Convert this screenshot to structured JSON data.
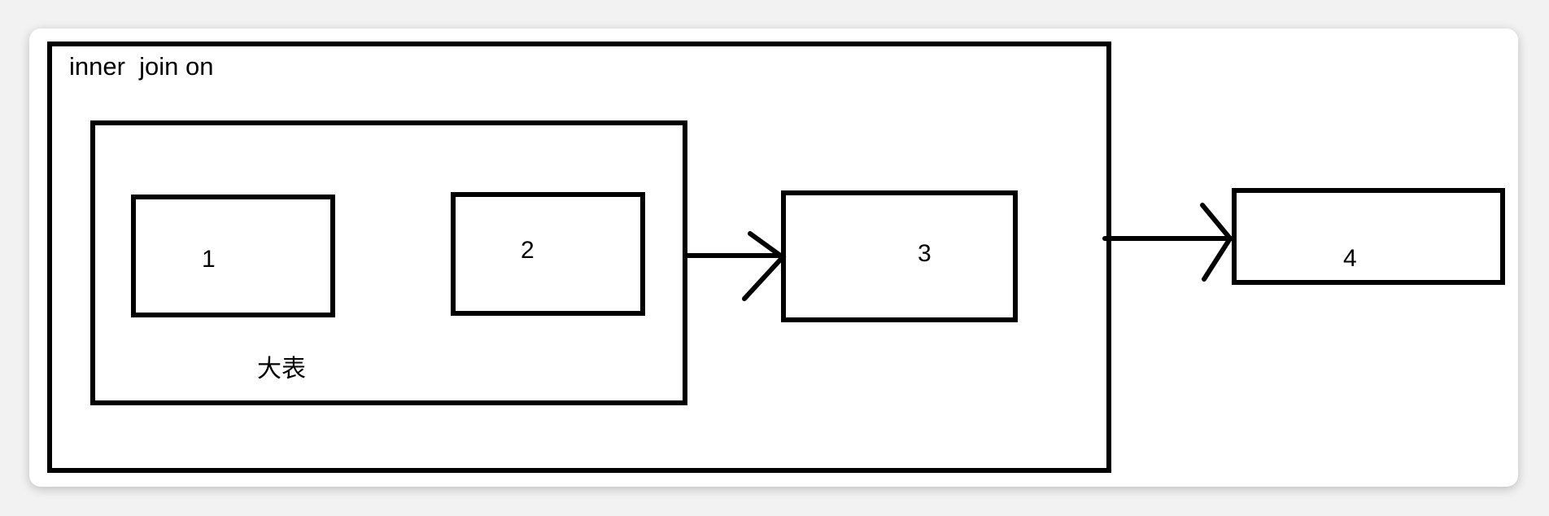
{
  "diagram": {
    "outer_box": {
      "label": "inner  join on"
    },
    "inner_group": {
      "label": "大表"
    },
    "nodes": [
      {
        "id": "1",
        "label": "1"
      },
      {
        "id": "2",
        "label": "2"
      },
      {
        "id": "3",
        "label": "3"
      },
      {
        "id": "4",
        "label": "4"
      }
    ],
    "edges": [
      {
        "from": "inner_group",
        "to": "3"
      },
      {
        "from": "outer_box",
        "to": "4"
      }
    ]
  }
}
